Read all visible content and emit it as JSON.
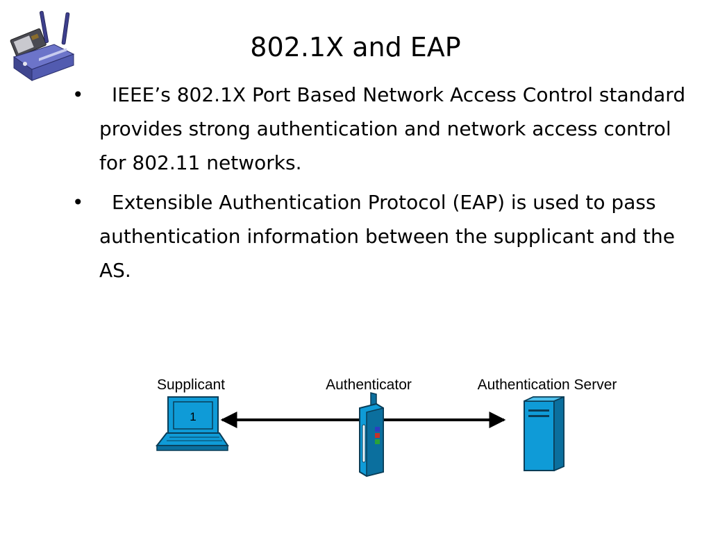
{
  "slide": {
    "title": "802.1X and EAP",
    "bullets": [
      "IEEE’s 802.1X Port Based Network Access Control standard provides strong authentication and network access control for 802.11 networks.",
      "Extensible Authentication Protocol (EAP) is used to pass authentication information between the supplicant and the AS."
    ],
    "bullet_symbol": "•"
  },
  "diagram": {
    "nodes": {
      "supplicant": {
        "label": "Supplicant",
        "screen_text": "1",
        "icon": "laptop-icon"
      },
      "authenticator": {
        "label": "Authenticator",
        "icon": "access-point-icon"
      },
      "server": {
        "label": "Authentication Server",
        "icon": "server-tower-icon"
      }
    },
    "connector": "double-headed-arrow"
  },
  "colors": {
    "device_fill": "#0f9bd7",
    "device_stroke": "#0a3d57",
    "device_dark": "#0b6f9e",
    "arrow": "#000000"
  },
  "logo": {
    "icon": "wireless-router-icon"
  }
}
